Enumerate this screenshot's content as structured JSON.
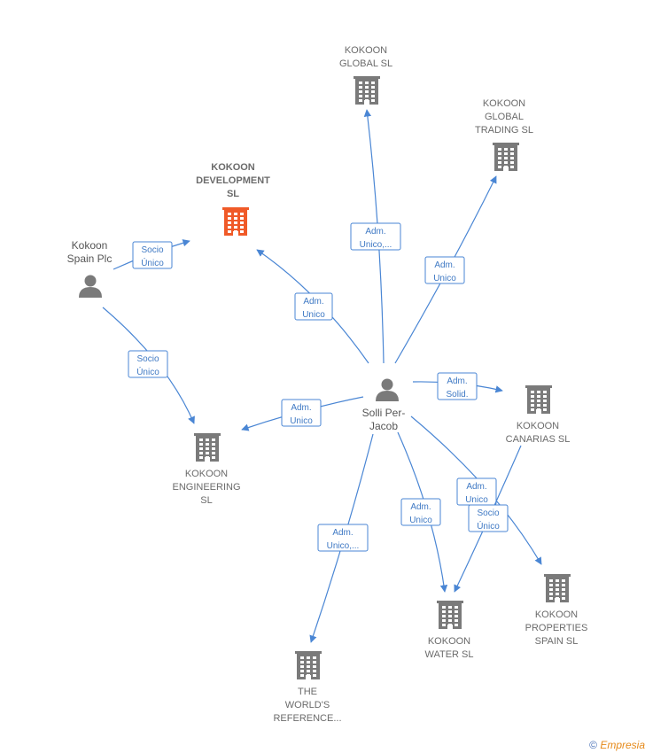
{
  "colors": {
    "edge": "#4a86d4",
    "company": "#7a7a7a",
    "focus": "#f05a28",
    "person": "#7a7a7a",
    "footer_brand": "#e68a1a",
    "footer_copy": "#4b72b8"
  },
  "nodes": [
    {
      "id": "kokoon-global",
      "type": "company",
      "lines": [
        "KOKOON",
        "GLOBAL  SL"
      ]
    },
    {
      "id": "kokoon-global-trading",
      "type": "company",
      "lines": [
        "KOKOON",
        "GLOBAL",
        "TRADING  SL"
      ]
    },
    {
      "id": "kokoon-development",
      "type": "focus",
      "lines": [
        "KOKOON",
        "DEVELOPMENT",
        "SL"
      ]
    },
    {
      "id": "kokoon-spain-plc",
      "type": "person",
      "lines": [
        "Kokoon",
        "Spain Plc"
      ]
    },
    {
      "id": "solli-per-jacob",
      "type": "person",
      "lines": [
        "Solli Per-",
        "Jacob"
      ]
    },
    {
      "id": "kokoon-engineering",
      "type": "company",
      "lines": [
        "KOKOON",
        "ENGINEERING",
        "SL"
      ]
    },
    {
      "id": "kokoon-canarias",
      "type": "company",
      "lines": [
        "KOKOON",
        "CANARIAS  SL"
      ]
    },
    {
      "id": "kokoon-water",
      "type": "company",
      "lines": [
        "KOKOON",
        "WATER  SL"
      ]
    },
    {
      "id": "kokoon-properties-spain",
      "type": "company",
      "lines": [
        "KOKOON",
        "PROPERTIES",
        "SPAIN  SL"
      ]
    },
    {
      "id": "worlds-reference",
      "type": "company",
      "lines": [
        "THE",
        "WORLD'S",
        "REFERENCE..."
      ]
    }
  ],
  "edges": [
    {
      "id": "solli-to-global",
      "label": [
        "Adm.",
        "Unico,..."
      ]
    },
    {
      "id": "solli-to-global-trading",
      "label": [
        "Adm.",
        "Unico"
      ]
    },
    {
      "id": "solli-to-development",
      "label": [
        "Adm.",
        "Unico"
      ]
    },
    {
      "id": "spainplc-to-development",
      "label": [
        "Socio",
        "Único"
      ]
    },
    {
      "id": "spainplc-to-engineering",
      "label": [
        "Socio",
        "Único"
      ]
    },
    {
      "id": "solli-to-engineering",
      "label": [
        "Adm.",
        "Unico"
      ]
    },
    {
      "id": "solli-to-canarias",
      "label": [
        "Adm.",
        "Solid."
      ]
    },
    {
      "id": "solli-to-properties",
      "label": [
        "Adm.",
        "Unico"
      ]
    },
    {
      "id": "canarias-to-water",
      "label": [
        "Socio",
        "Único"
      ]
    },
    {
      "id": "solli-to-water",
      "label": [
        "Adm.",
        "Unico"
      ]
    },
    {
      "id": "solli-to-worlds-reference",
      "label": [
        "Adm.",
        "Unico,..."
      ]
    }
  ],
  "footer": {
    "copyright": "©",
    "brand": "Empresia"
  }
}
